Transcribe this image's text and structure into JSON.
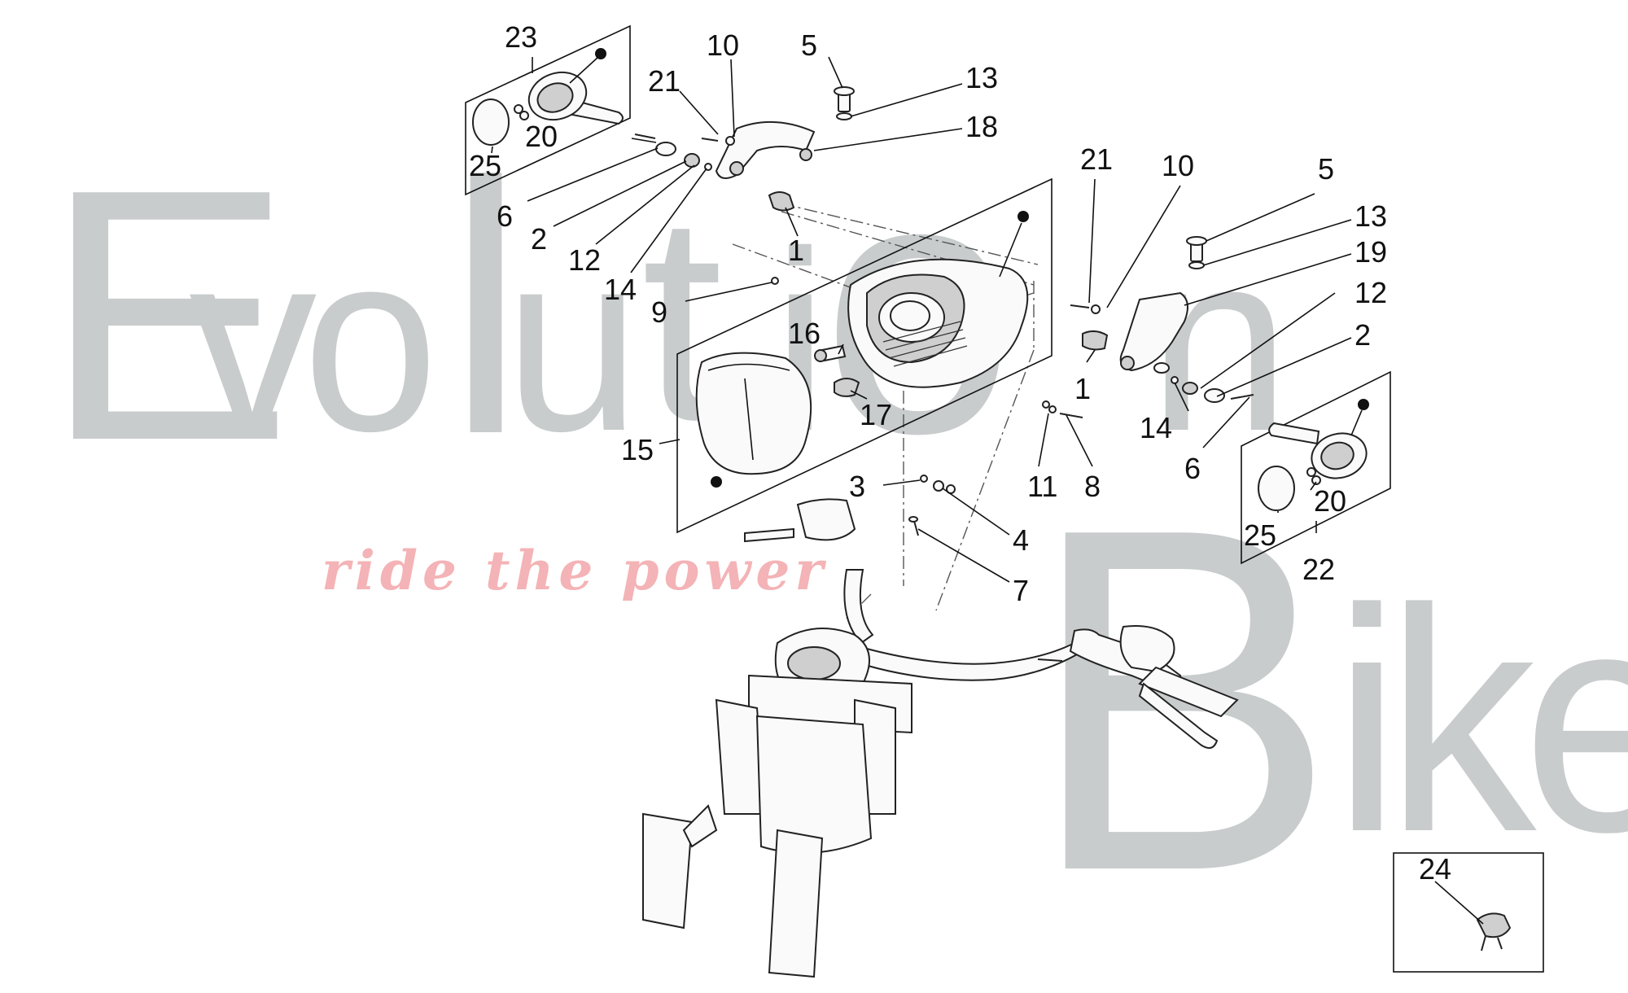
{
  "watermark": {
    "word1_letters": [
      "E",
      "v",
      "o",
      "l",
      "u",
      "t",
      "i",
      "o",
      "n"
    ],
    "word2_letters": [
      "B",
      "i",
      "k",
      "e"
    ],
    "tagline": "ride the power"
  },
  "callouts": [
    "1",
    "1",
    "2",
    "2",
    "3",
    "4",
    "5",
    "5",
    "6",
    "6",
    "7",
    "8",
    "9",
    "10",
    "10",
    "11",
    "12",
    "12",
    "13",
    "13",
    "14",
    "14",
    "15",
    "16",
    "17",
    "18",
    "19",
    "20",
    "20",
    "21",
    "21",
    "22",
    "23",
    "24",
    "25",
    "25"
  ],
  "colors": {
    "watermark": "#c8cccd",
    "tagline": "#f4b3b6",
    "line": "#111111"
  }
}
